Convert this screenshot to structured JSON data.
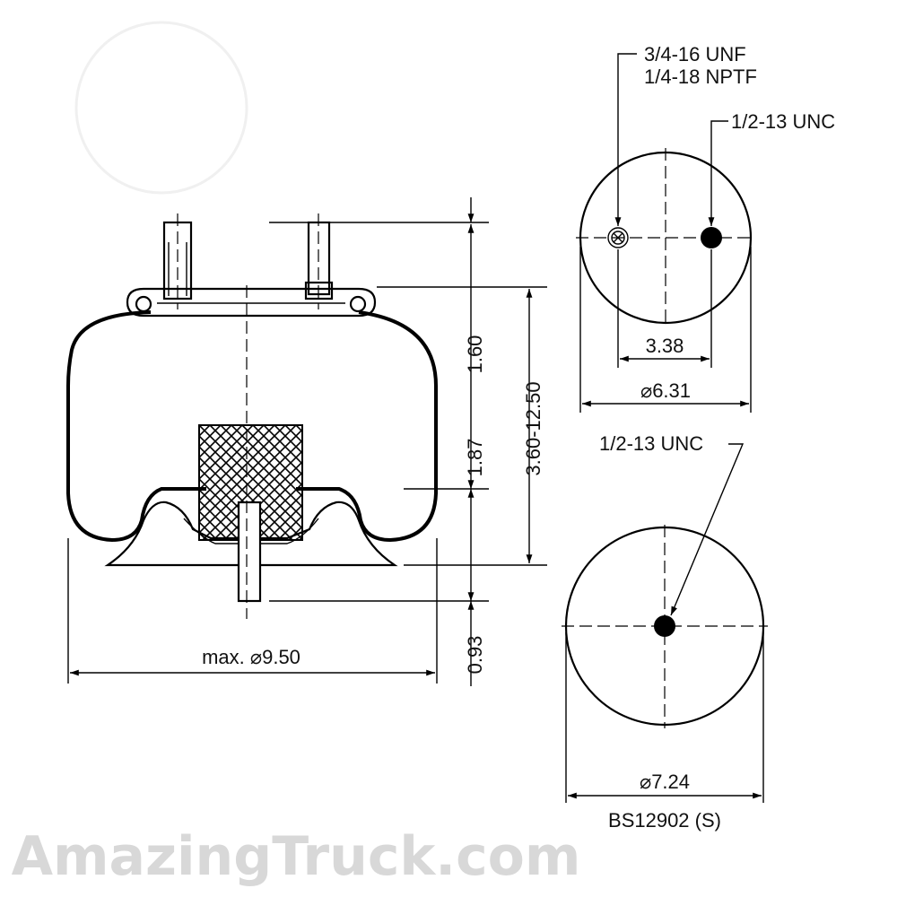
{
  "watermark": "AmazingTruck.com",
  "side_view": {
    "dim_top_height": "1.60",
    "dim_bumper_height": "1.87",
    "dim_stud_length": "0.93",
    "dim_height_range": "3.60-12.50",
    "dim_max_diameter": "max. ⌀9.50"
  },
  "top_view": {
    "callout_air_fitting_line1": "3/4-16 UNF",
    "callout_air_fitting_line2": "1/4-18 NPTF",
    "callout_stud": "1/2-13 UNC",
    "dim_stud_spacing": "3.38",
    "dim_diameter": "⌀6.31"
  },
  "bottom_view": {
    "callout_stud": "1/2-13 UNC",
    "dim_diameter": "⌀7.24",
    "part_number": "BS12902 (S)"
  }
}
